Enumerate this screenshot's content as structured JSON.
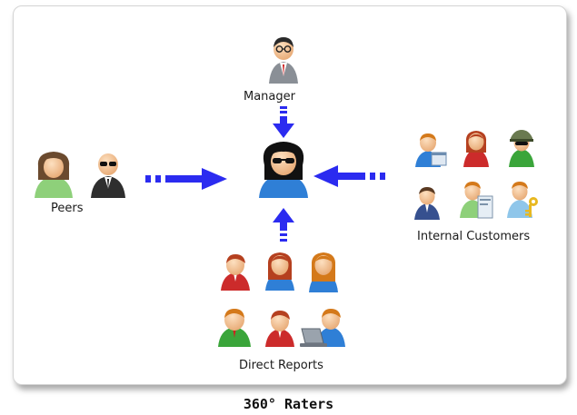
{
  "caption": "360° Raters",
  "groups": {
    "manager": "Manager",
    "peers": "Peers",
    "internal_customers": "Internal Customers",
    "direct_reports": "Direct Reports"
  },
  "colors": {
    "arrow": "#2b2bf0",
    "skin": "#f5c79a",
    "hair_dark": "#2a2a2a",
    "hair_brown": "#6b4a2e",
    "hair_red": "#b5401f",
    "hair_orange": "#d4791a",
    "suit_gray": "#8a8f96",
    "suit_black": "#2e2e2e",
    "shirt_blue": "#2f7fd6",
    "shirt_green": "#3aa53a",
    "shirt_red": "#cc2b2b",
    "shirt_light_green": "#8ed07a",
    "shirt_light_blue": "#8fc6ea",
    "shirt_navy": "#36508f"
  }
}
